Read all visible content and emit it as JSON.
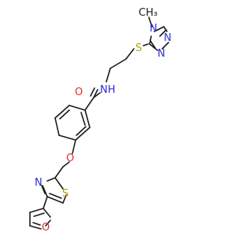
{
  "structure": {
    "atom_colors": {
      "N": "#2b2bd6",
      "O": "#e03030",
      "S": "#b8a000",
      "C": "#1a1a1a"
    },
    "labels": {
      "methyl": "CH₃",
      "triazole_n4": "N",
      "triazole_n1": "N",
      "triazole_n2": "N",
      "thioether_s": "S",
      "amide_nh": "NH",
      "carbonyl_o": "O",
      "ether_o": "O",
      "thiazole_n": "N",
      "thiazole_s": "S",
      "furan_o": "O"
    }
  }
}
